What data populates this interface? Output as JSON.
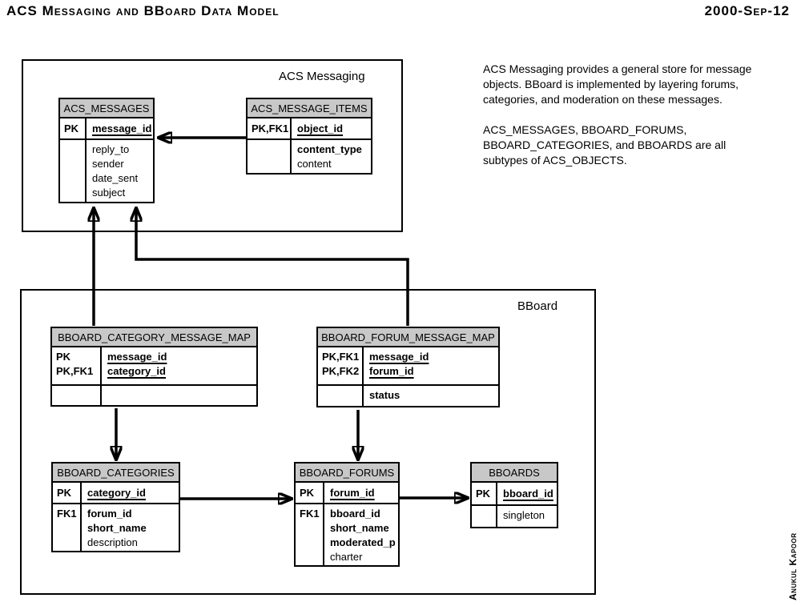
{
  "page": {
    "title": "ACS Messaging and BBoard Data Model",
    "date": "2000-Sep-12",
    "author": "Anukul Kapoor"
  },
  "groups": {
    "acs_messaging": "ACS Messaging",
    "bboard": "BBoard"
  },
  "notes": {
    "para1": "ACS Messaging provides a general store for message objects.  BBoard is implemented by layering forums, categories, and moderation on these messages.",
    "para2": "ACS_MESSAGES, BBOARD_FORUMS, BBOARD_CATEGORIES, and BBOARDS are all subtypes of ACS_OBJECTS."
  },
  "colors": {
    "entity_header_bg": "#c8c8c8",
    "line": "#000000",
    "background": "#ffffff"
  },
  "entities": {
    "acs_messages": {
      "name": "ACS_MESSAGES",
      "keys": [
        "PK"
      ],
      "key_fields": [
        "message_id"
      ],
      "attrs": [
        "reply_to",
        "sender",
        "date_sent",
        "subject"
      ]
    },
    "acs_message_items": {
      "name": "ACS_MESSAGE_ITEMS",
      "keys": [
        "PK,FK1"
      ],
      "key_fields": [
        "object_id"
      ],
      "attrs": [
        "content_type",
        "content"
      ]
    },
    "bboard_category_message_map": {
      "name": "BBOARD_CATEGORY_MESSAGE_MAP",
      "keys": [
        "PK",
        "PK,FK1"
      ],
      "key_fields": [
        "message_id",
        "category_id"
      ],
      "attrs": []
    },
    "bboard_forum_message_map": {
      "name": "BBOARD_FORUM_MESSAGE_MAP",
      "keys": [
        "PK,FK1",
        "PK,FK2"
      ],
      "key_fields": [
        "message_id",
        "forum_id"
      ],
      "attrs": [
        "status"
      ]
    },
    "bboard_categories": {
      "name": "BBOARD_CATEGORIES",
      "keys": [
        "PK"
      ],
      "key_fields": [
        "category_id"
      ],
      "attr_key": "FK1",
      "attrs": [
        "forum_id",
        "short_name",
        "description"
      ]
    },
    "bboard_forums": {
      "name": "BBOARD_FORUMS",
      "keys": [
        "PK"
      ],
      "key_fields": [
        "forum_id"
      ],
      "attr_key": "FK1",
      "attrs": [
        "bboard_id",
        "short_name",
        "moderated_p",
        "charter"
      ]
    },
    "bboards": {
      "name": "BBOARDS",
      "keys": [
        "PK"
      ],
      "key_fields": [
        "bboard_id"
      ],
      "attrs": [
        "singleton"
      ]
    }
  }
}
